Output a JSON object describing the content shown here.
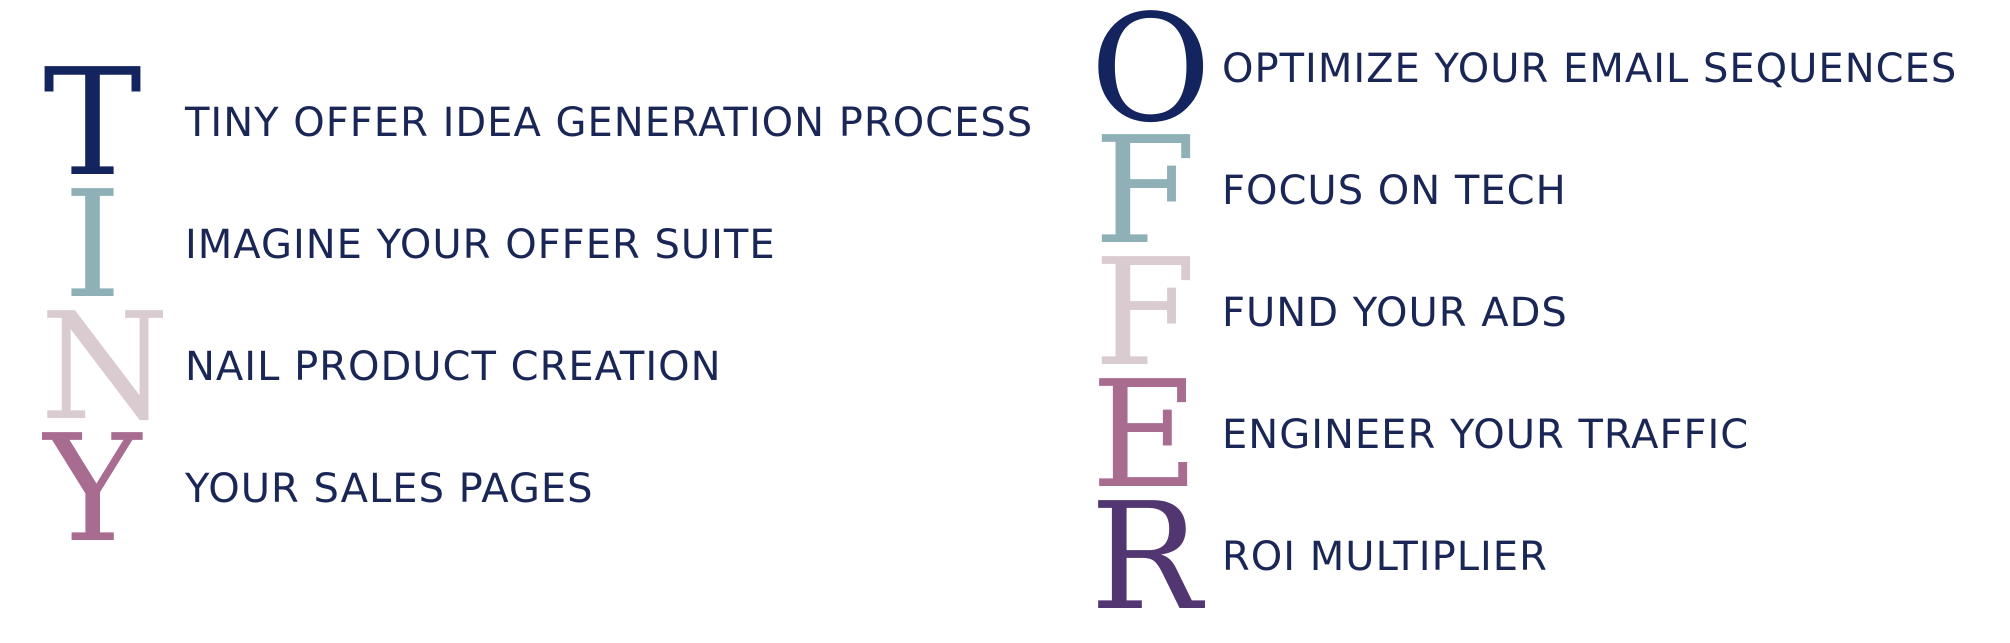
{
  "palette": {
    "navy": "#13245e",
    "teal": "#8fb0b7",
    "blush": "#dacbd0",
    "mauve": "#a86c91",
    "plum": "#513671",
    "text": "#1a2656"
  },
  "tiny": {
    "rows": [
      {
        "letter": "T",
        "phrase": "TINY OFFER IDEA GENERATION PROCESS"
      },
      {
        "letter": "I",
        "phrase": "IMAGINE YOUR OFFER SUITE"
      },
      {
        "letter": "N",
        "phrase": "NAIL PRODUCT CREATION"
      },
      {
        "letter": "Y",
        "phrase": "YOUR SALES PAGES"
      }
    ]
  },
  "offer": {
    "rows": [
      {
        "letter": "O",
        "phrase": "OPTIMIZE YOUR EMAIL SEQUENCES"
      },
      {
        "letter": "F",
        "phrase": "FOCUS ON TECH"
      },
      {
        "letter": "F",
        "phrase": "FUND YOUR ADS"
      },
      {
        "letter": "E",
        "phrase": "ENGINEER YOUR TRAFFIC"
      },
      {
        "letter": "R",
        "phrase": "ROI MULTIPLIER"
      }
    ]
  }
}
